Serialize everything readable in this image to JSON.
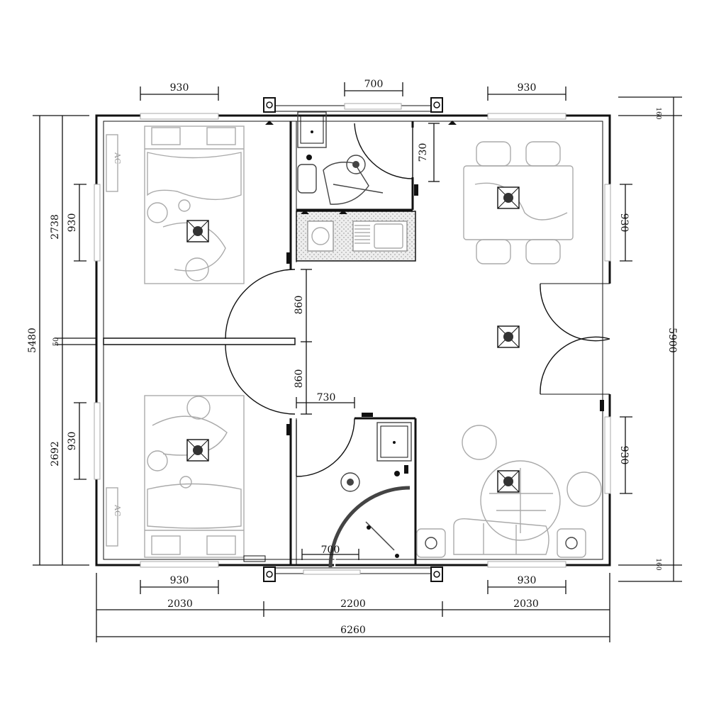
{
  "dimensions": {
    "top_window_left": "930",
    "top_window_center": "700",
    "top_window_right": "930",
    "bottom_window_left": "930",
    "bottom_window_right": "930",
    "bottom_segment_left": "2030",
    "bottom_segment_center": "2200",
    "bottom_segment_right": "2030",
    "total_width": "6260",
    "left_total_height": "5480",
    "left_upper_height": "2738",
    "left_lower_height": "2692",
    "left_wall_gap": "50",
    "left_window_upper": "930",
    "left_window_lower": "930",
    "right_total_height": "5900",
    "right_top_offset": "160",
    "right_bottom_offset": "160",
    "right_window_upper": "930",
    "right_window_lower": "930",
    "kitchen_depth": "730",
    "door_upper_width": "860",
    "door_lower_width": "860",
    "bath_door_width": "730",
    "shower_width": "700"
  },
  "labels": {
    "ac_upper": "AC",
    "ac_lower": "AC"
  },
  "icons": {
    "ceiling_light": "ceiling-light-icon",
    "column": "column-icon"
  },
  "colors": {
    "wall": "#111111",
    "furniture": "#aaaaaa",
    "kitchen_floor": "#dddddd"
  }
}
